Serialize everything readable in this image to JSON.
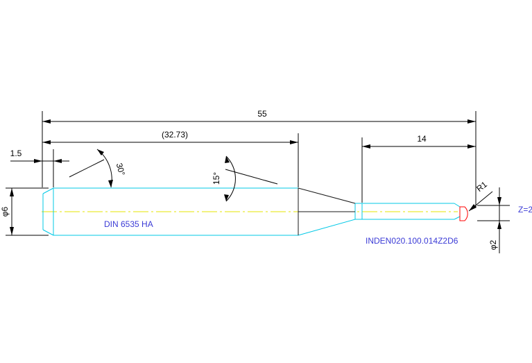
{
  "drawing": {
    "dimensions": {
      "overall_length": "55",
      "shank_length": "(32.73)",
      "neck_length": "14",
      "chamfer": "1.5",
      "angle_chamfer": "30°",
      "angle_taper": "15°",
      "shank_diameter": "φ6",
      "tip_diameter": "φ2",
      "radius": "R1",
      "z_value": "Z=2"
    },
    "notes": {
      "standard": "DIN 6535 HA",
      "part_code": "INDEN020.100.014Z2D6"
    },
    "colors": {
      "outline": "#00c8e6",
      "centerline": "#e6e600",
      "ball_tip": "#ff0000",
      "note_text": "#3b3bd6",
      "dimension": "#000000"
    }
  }
}
